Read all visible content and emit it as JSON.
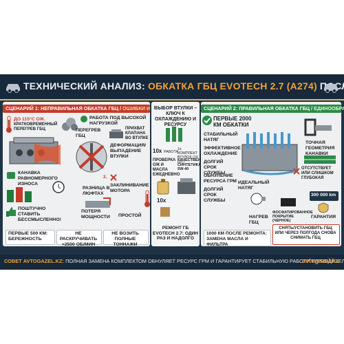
{
  "header": {
    "title_prefix": "ТЕХНИЧЕСКИЙ АНАЛИЗ:",
    "title_highlight": "ОБКАТКА ГБЦ EVOTECH 2.7 (А274)",
    "title_suffix": "ПОСЛЕ РЕМОНТА"
  },
  "left": {
    "title_a": "СЦЕНАРИЙ 1: НЕПРАВИЛЬНАЯ ОБКАТКА ГБЦ / ",
    "title_b": "ОШИБКИ И ПЕРЕГРЕВ",
    "temp": "ДО 115°C ОЖ.",
    "overheat": "КРАТКОВРЕМЕННЫЙ ПЕРЕГРЕВ ГБЦ",
    "high_load": "РАБОТА ПОД ВЫСОКОЙ НАГРУЗКОЙ",
    "overheat2": "ПЕРЕГРЕВ ГБЦ",
    "valve_seize": "ПРИХВАТ КЛАПАНА ВО ВТУЛКЕ",
    "deform": "ДЕФОРМАЦИЯ/ВЫПАДЕНИЕ ВТУЛКИ",
    "wear": "КАНАВКА РАВНОМЕРНОГО ИЗНОСА",
    "jam_num": "2.",
    "jam": "ЗАКЛИНИВАНИЕ МОТОРА",
    "gap": "РАЗНИЦА В ЛЮФТАХ",
    "pointless": "ПОШТУЧНО СТАВИТЬ БЕССМЫСЛЕННО!",
    "power_loss": "ПОТЕРЯ МОЩНОСТИ",
    "idle": "ПРОСТОЙ",
    "first500": "ПЕРВЫЕ 500 КМ: БЕРЕЖНОСТЬ",
    "rpm": "НЕ РАСКРУЧИВАТЬ >2500 ОБ/МИН",
    "no_load": "НЕ ВОЗИТЬ ПОЛНЫЕ ТОННАЖИ"
  },
  "middle": {
    "choice": "ВЫБОР ВТУЛКИ – КЛЮЧ К ОХЛАЖДЕНИЮ И РЕСУРСУ",
    "x10a": "10x",
    "work": "РАБОТА",
    "x1": "1x КОМПЛЕКТ ВТУЛОК (16 ШТ)",
    "check": "ПРОВЕРКА ОЖ И МАСЛА ЕЖЕДНЕВНО",
    "oil": "КАЧЕСТВЕННАЯ СИНТЕТИКА 5W-40",
    "x10b": "10x",
    "repair": "РЕМОНТ ГБ EVOTECH 2.7: ОДИН РАЗ И НАДОЛГО"
  },
  "right": {
    "title_a": "СЦЕНАРИЙ 2: ПРАВИЛЬНАЯ ОБКАТКА ГБЦ / ",
    "title_b": "ЕДИНООБРАЗИЕ И НАДЕЖНОСТЬ",
    "first2000": "ПЕРВЫЕ 2000 КМ ОБКАТКИ",
    "stable": "СТАБИЛЬНЫЙ НАТЯГ",
    "cooling": "ЭФФЕКТИВНОЕ ОХЛАЖДЕНИЕ",
    "long": "ДОЛГИЙ СРОК СЛУЖБЫ",
    "renew": "ОБНУЛЕНИЕ РЕСУРСА ГРМ",
    "long2": "ДОЛГИЙ СРОК СЛУЖБЫ",
    "ideal": "ИДЕАЛЬНЫЙ НАТЯГ",
    "geometry": "ТОЧНАЯ ГЕОМЕТРИЯ КАНАВКИ",
    "deep": "ОТСУТСТВУЕТ ИЛИ СЛИШКОМ ГЛУБОКАЯ",
    "km300": "300 000 km",
    "phosphate": "ФОСФАТИРОВАННОЕ ПОКРЫТИЕ (ЧЕРНОЕ)",
    "warranty": "ГАРАНТИЯ",
    "km1000": "1000 КМ ПОСЛЕ РЕМОНТА: ЗАМЕНА МАСЛА И ФИЛЬТРА",
    "remove": "СНЯТЬ/УСТАНОВИТЬ ГБЦ ИЛИ ЧЕРЕЗ ПОЛГОДА СНОВА СНИМАТЬ ГБЦ",
    "heat": "НАГРЕВ ГБЦ"
  },
  "footer": {
    "tip_label": "СОВЕТ AVTOGAZEL.KZ:",
    "tip_text": "ПОЛНАЯ ЗАМЕНА КОМПЛЕКТОМ ОБНУЛЯЕТ РЕСУРС ГРМ И ГАРАНТИРУЕТ СТАБИЛЬНУЮ РАБОТУ ТУРБОДИЗЕЛЯ",
    "site": "avtogazel.kz"
  },
  "colors": {
    "navy": "#1f3347",
    "accent": "#f2a23a",
    "red": "#c43b2a",
    "green": "#2d8a48"
  }
}
